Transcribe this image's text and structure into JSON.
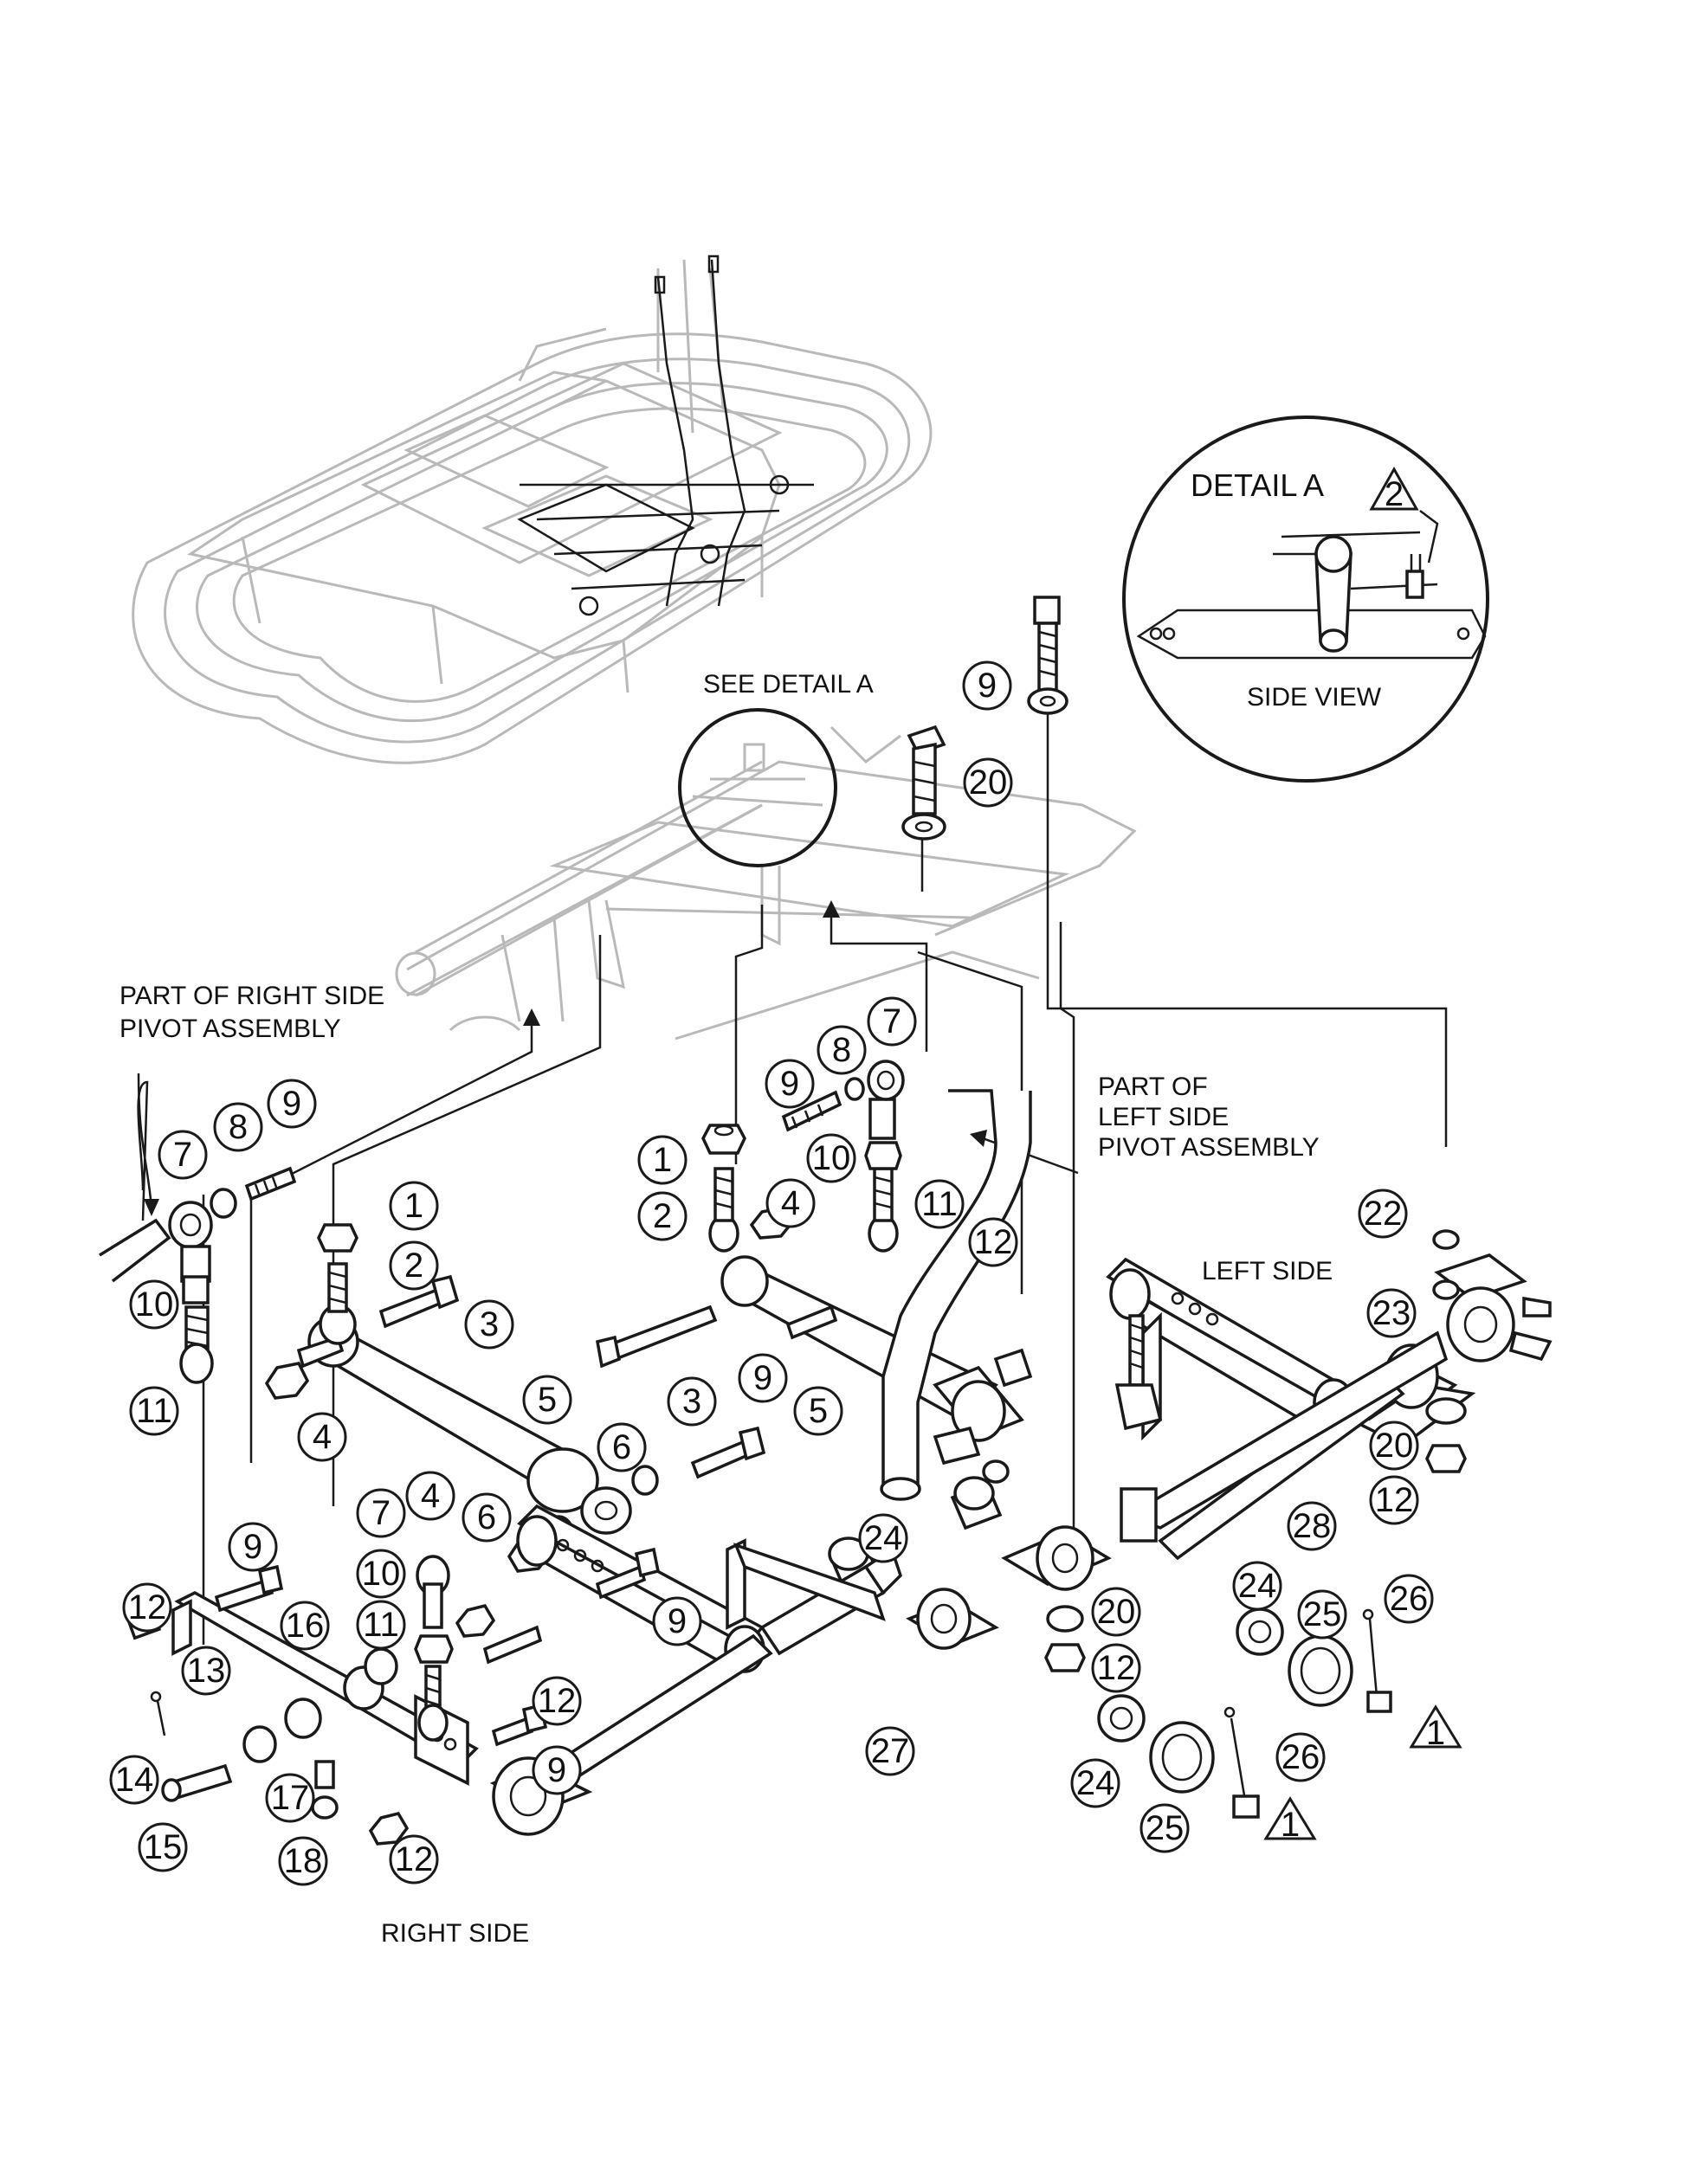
{
  "labels": {
    "detail_title": "DETAIL A",
    "side_view": "SIDE VIEW",
    "see_detail": "SEE DETAIL A",
    "part_right_1": "PART OF RIGHT SIDE",
    "part_right_2": "PIVOT ASSEMBLY",
    "part_left_1": "PART OF",
    "part_left_2": "LEFT SIDE",
    "part_left_3": "PIVOT ASSEMBLY",
    "left_side": "LEFT SIDE",
    "right_side": "RIGHT SIDE"
  },
  "callouts": {
    "n1": "1",
    "n2": "2",
    "n3": "3",
    "n4": "4",
    "n5": "5",
    "n6": "6",
    "n7": "7",
    "n8": "8",
    "n9": "9",
    "n10": "10",
    "n11": "11",
    "n12": "12",
    "n13": "13",
    "n14": "14",
    "n15": "15",
    "n16": "16",
    "n17": "17",
    "n18": "18",
    "n20": "20",
    "n22": "22",
    "n23": "23",
    "n24": "24",
    "n25": "25",
    "n26": "26",
    "n27": "27",
    "n28": "28"
  },
  "notes": {
    "tri1": "1",
    "tri2": "2"
  }
}
